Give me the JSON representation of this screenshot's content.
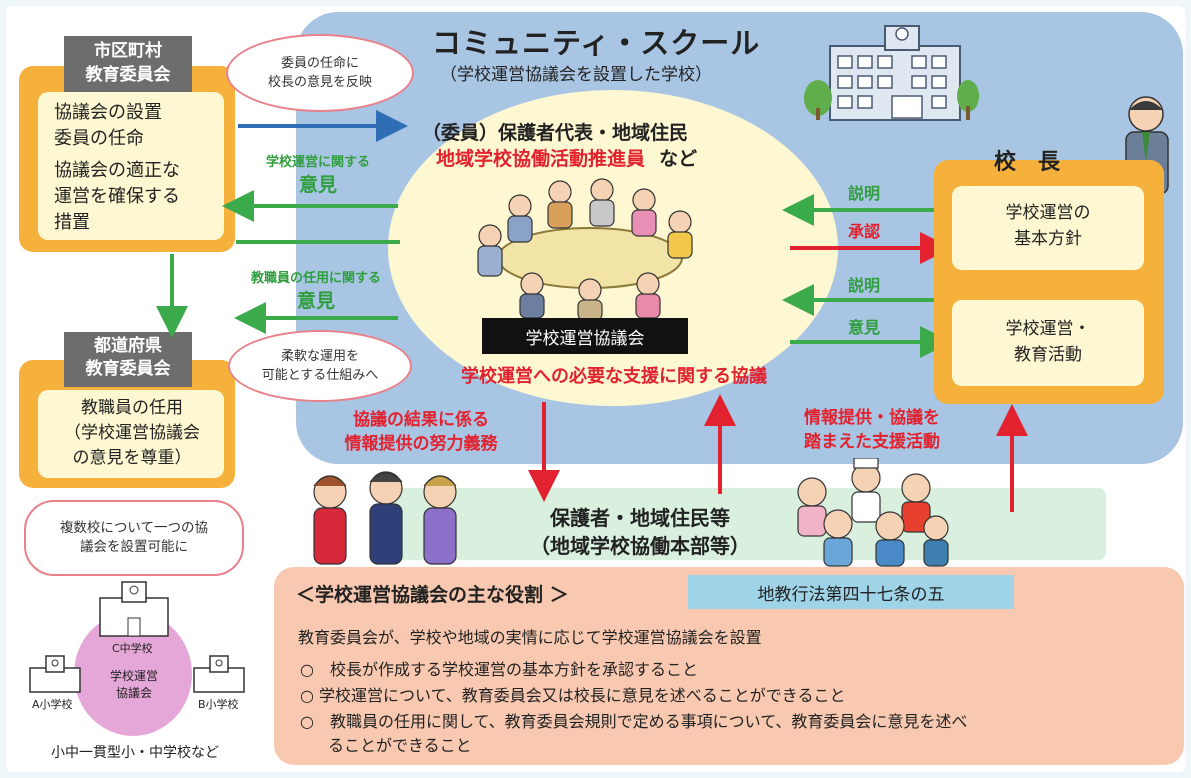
{
  "title": "コミュニティ・スクール",
  "subtitle": "（学校運営協議会を設置した学校）",
  "municipal": {
    "header_line1": "市区町村",
    "header_line2": "教育委員会",
    "duty1": "協議会の設置",
    "duty2": "委員の任命",
    "duty3": "協議会の適正な",
    "duty4": "運営を確保する",
    "duty5": "措置"
  },
  "bubble_top_line1": "委員の任命に",
  "bubble_top_line2": "校長の意見を反映",
  "prefecture": {
    "header_line1": "都道府県",
    "header_line2": "教育委員会",
    "duty1": "教職員の任用",
    "duty2": "（学校運営協議会",
    "duty3": "の意見を尊重）"
  },
  "bubble_mid_line1": "柔軟な運用を",
  "bubble_mid_line2": "可能とする仕組みへ",
  "bubble_bottom_line1": "複数校について一つの協",
  "bubble_bottom_line2": "議会を設置可能に",
  "arrow_label1_line1": "学校運営に関する",
  "arrow_label1_line2": "意見",
  "arrow_label2_line1": "教職員の任用に関する",
  "arrow_label2_line2": "意見",
  "council": {
    "members_line1": "（委員）保護者代表・地域住民",
    "members_red": "地域学校協働活動推進員",
    "members_suffix": "など",
    "name": "学校運営協議会",
    "discussion": "学校運営への必要な支援に関する協議"
  },
  "principal": {
    "title": "校　長",
    "policy_line1": "学校運営の",
    "policy_line2": "基本方針",
    "activity_line1": "学校運営・",
    "activity_line2": "教育活動"
  },
  "explain1": "説明",
  "approve": "承認",
  "explain2": "説明",
  "opinion": "意見",
  "effort_line1": "協議の結果に係る",
  "effort_line2": "情報提供の努力義務",
  "support_line1": "情報提供・協議を",
  "support_line2": "踏まえた支援活動",
  "community_line1": "保護者・地域住民等",
  "community_line2": "（地域学校協働本部等）",
  "roles": {
    "heading": "＜学校運営協議会の主な役割 ＞",
    "law": "地教行法第四十七条の五",
    "intro": "教育委員会が、学校や地域の実情に応じて学校運営協議会を設置",
    "item1": "○　校長が作成する学校運営の基本方針を承認すること",
    "item2": "○ 学校運営について、教育委員会又は校長に意見を述べることができること",
    "item3_line1": "○　教職員の任用に関して、教育委員会規則で定める事項について、教育委員会に意見を述べ",
    "item3_line2": "ることができること"
  },
  "multi_school": {
    "school_c": "C中学校",
    "school_a": "A小学校",
    "school_b": "B小学校",
    "council_line1": "学校運営",
    "council_line2": "協議会",
    "caption": "小中一貫型小・中学校など"
  },
  "colors": {
    "orange": "#f6b13d",
    "cream": "#fdf8d2",
    "blue_area": "#a9c5e4",
    "green_arrow": "#3aaa4a",
    "red_arrow": "#e2222e",
    "blue_arrow": "#2f6db5",
    "roles_bg": "#f8c9b0",
    "law_bg": "#9fd3e8",
    "circle": "#e5a6d8"
  }
}
